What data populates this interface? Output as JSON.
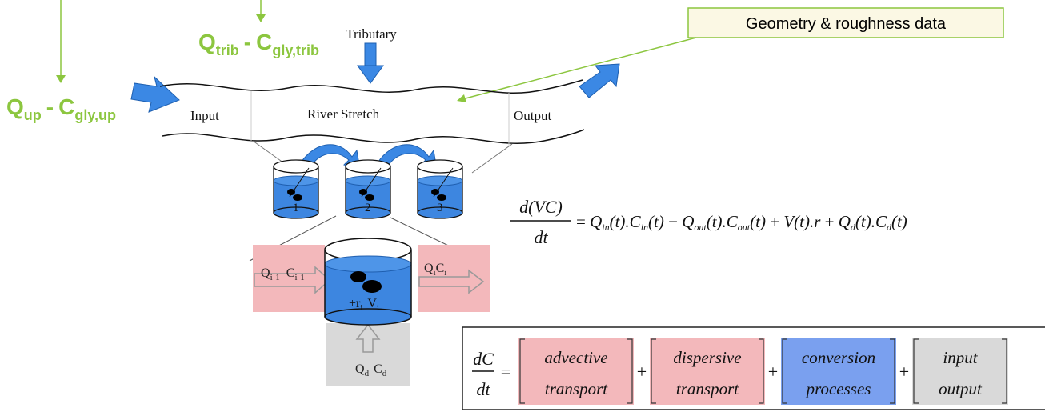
{
  "colors": {
    "accent_green": "#8cc63f",
    "water_blue": "#3d86e0",
    "arrow_blue": "#3b88e4",
    "pink_box": "#f3b8bb",
    "blue_box": "#7aa0ef",
    "gray_box": "#d9d9d9"
  },
  "callout": {
    "text": "Geometry & roughness data"
  },
  "flows": {
    "upstream": {
      "q_main": "Q",
      "q_sub": "up",
      "dash": "-",
      "c_main": "C",
      "c_sub": "gly,up"
    },
    "tributary": {
      "q_main": "Q",
      "q_sub": "trib",
      "dash": "-",
      "c_main": "C",
      "c_sub": "gly,trib"
    }
  },
  "river": {
    "tributary_label": "Tributary",
    "input_label": "Input",
    "stretch_label": "River Stretch",
    "output_label": "Output"
  },
  "tanks": {
    "labels": [
      "1",
      "2",
      "3"
    ]
  },
  "cell": {
    "in_q": "Q",
    "in_q_sub": "i-1",
    "in_c": "C",
    "in_c_sub": "i-1",
    "out_q": "Q",
    "out_q_sub": "i",
    "out_c": "C",
    "out_c_sub": "i",
    "center_r": "+r",
    "center_r_sub": "i",
    "center_v": "V",
    "center_v_sub": "i",
    "d_q": "Q",
    "d_q_sub": "d",
    "d_c": "C",
    "d_c_sub": "d"
  },
  "equation_main": {
    "numerator": "d(VC)",
    "denominator": "dt",
    "rhs": "= Q(t).C(t) − Q(t).C(t) + V(t).r + Q(t).C(t)",
    "subs": [
      "in",
      "in",
      "out",
      "out",
      "d",
      "d"
    ]
  },
  "equation_box": {
    "numerator": "dC",
    "denominator": "dt",
    "eq_sign": "=",
    "plus": "+",
    "terms": [
      {
        "top": "advective",
        "bottom": "transport"
      },
      {
        "top": "dispersive",
        "bottom": "transport"
      },
      {
        "top": "conversion",
        "bottom": "processes"
      },
      {
        "top": "input",
        "bottom": "output"
      }
    ]
  }
}
